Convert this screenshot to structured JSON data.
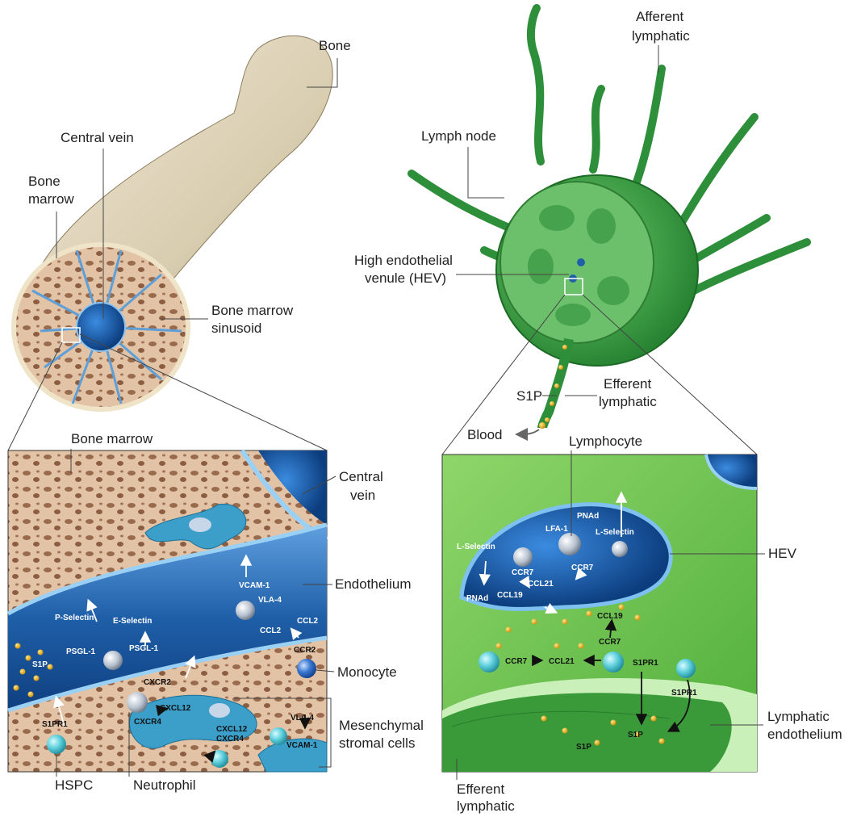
{
  "bone_panel": {
    "bone": "Bone",
    "central_vein": "Central vein",
    "bone_marrow_line1": "Bone",
    "bone_marrow_line2": "marrow",
    "sinusoid_line1": "Bone marrow",
    "sinusoid_line2": "sinusoid"
  },
  "marrow_inset": {
    "bone_marrow": "Bone marrow",
    "central_vein_line1": "Central",
    "central_vein_line2": "vein",
    "endothelium": "Endothelium",
    "monocyte": "Monocyte",
    "mesenchymal_line1": "Mesenchymal",
    "mesenchymal_line2": "stromal cells",
    "hspc": "HSPC",
    "neutrophil": "Neutrophil",
    "molecules": {
      "p_selectin": "P-Selectin",
      "e_selectin": "E-Selectin",
      "psgl1_a": "PSGL-1",
      "psgl1_b": "PSGL-1",
      "vcam1": "VCAM-1",
      "vla4": "VLA-4",
      "ccl2_a": "CCL2",
      "ccl2_b": "CCL2",
      "ccr2": "CCR2",
      "s1p": "S1P",
      "cxcr2": "CXCR2",
      "cxcl12_a": "CXCL12",
      "cxcr4_a": "CXCR4",
      "cxcl12_b": "CXCL12",
      "cxcr4_b": "CXCR4",
      "vla4_b": "VLA-4",
      "vcam1_b": "VCAM-1",
      "s1pr1": "S1PR1"
    }
  },
  "node_panel": {
    "afferent_line1": "Afferent",
    "afferent_line2": "lymphatic",
    "lymph_node": "Lymph node",
    "hev_line1": "High endothelial",
    "hev_line2": "venule (HEV)",
    "s1p": "S1P",
    "efferent_line1": "Efferent",
    "efferent_line2": "lymphatic",
    "blood": "Blood"
  },
  "node_inset": {
    "lymphocyte": "Lymphocyte",
    "hev": "HEV",
    "lymphatic_endo_line1": "Lymphatic",
    "lymphatic_endo_line2": "endothelium",
    "efferent_line1": "Efferent",
    "efferent_line2": "lymphatic",
    "molecules": {
      "pnad_top": "PNAd",
      "l_selectin_a": "L-Selectin",
      "lfa1": "LFA-1",
      "l_selectin_b": "L-Selectin",
      "ccr7_a": "CCR7",
      "ccr7_b": "CCR7",
      "ccl21_a": "CCL21",
      "pnad_bottom": "PNAd",
      "ccl19_a": "CCL19",
      "ccl19_b": "CCL19",
      "ccr7_c": "CCR7",
      "ccr7_d": "CCR7",
      "ccl21_b": "CCL21",
      "s1pr1_a": "S1PR1",
      "s1pr1_b": "S1PR1",
      "s1p_a": "S1P",
      "s1p_b": "S1P"
    }
  },
  "colors": {
    "vessel_blue": "#1f5fa8",
    "node_green": "#3aa33f",
    "marrow_tan": "#d9b596",
    "stromal_cyan": "#3c9fc9"
  }
}
